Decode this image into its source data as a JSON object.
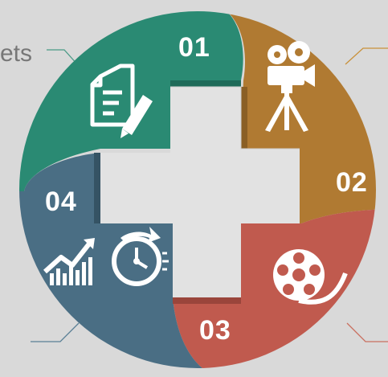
{
  "partial_text": "ets",
  "segments": [
    {
      "number": "01",
      "color": "#2a8a73",
      "icon": "document-pen-icon"
    },
    {
      "number": "02",
      "color": "#b07a32",
      "icon": "movie-camera-icon"
    },
    {
      "number": "03",
      "color": "#c05a4e",
      "icon": "film-reel-icon"
    },
    {
      "number": "04",
      "color": "#4a6e84",
      "icon": "growth-chart-stopwatch-icon"
    }
  ]
}
